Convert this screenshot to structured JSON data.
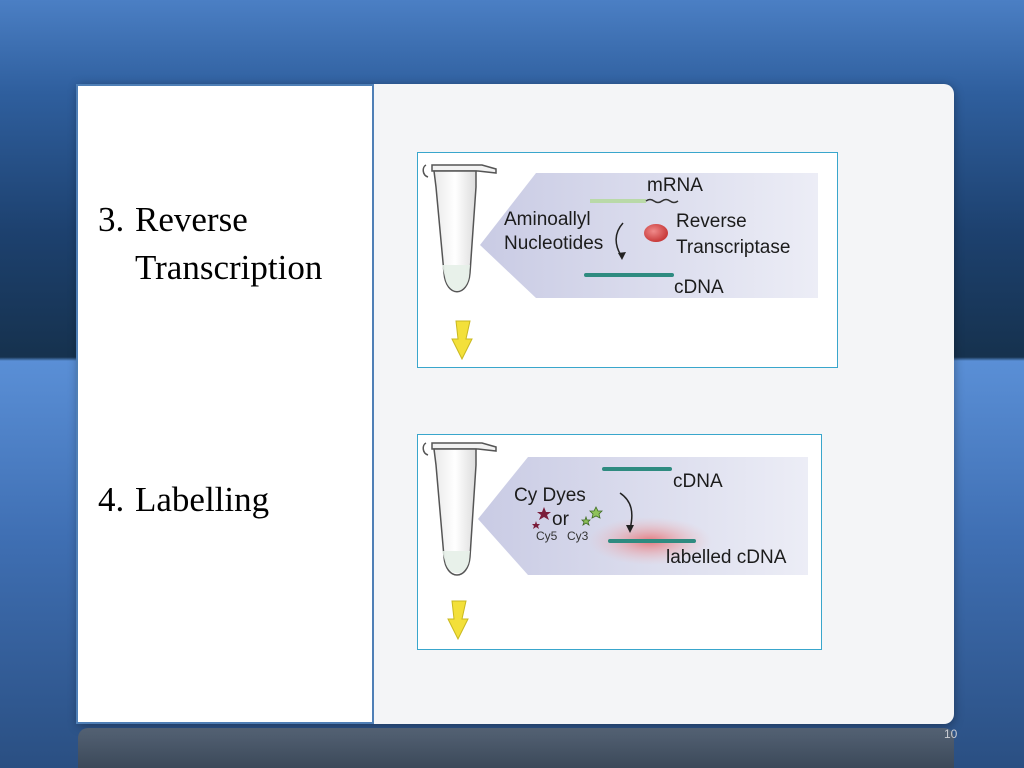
{
  "steps": [
    {
      "number": "3.",
      "title": "Reverse Transcription"
    },
    {
      "number": "4.",
      "title": "Labelling"
    }
  ],
  "figure1": {
    "mrna": "mRNA",
    "aminoallyl": "Aminoallyl",
    "nucleotides": "Nucleotides",
    "reverse": "Reverse",
    "transcriptase": "Transcriptase",
    "cdna": "cDNA"
  },
  "figure2": {
    "cdna": "cDNA",
    "cy_dyes": "Cy Dyes",
    "or": "or",
    "cy5": "Cy5",
    "cy3": "Cy3",
    "labelled_cdna": "labelled cDNA"
  },
  "page": {
    "number": "10"
  },
  "colors": {
    "frame_border": "#4f7fb6",
    "figure_border": "#39a6cc",
    "strand": "#2e8b80",
    "arrow_yellow": "#f3e03a"
  }
}
